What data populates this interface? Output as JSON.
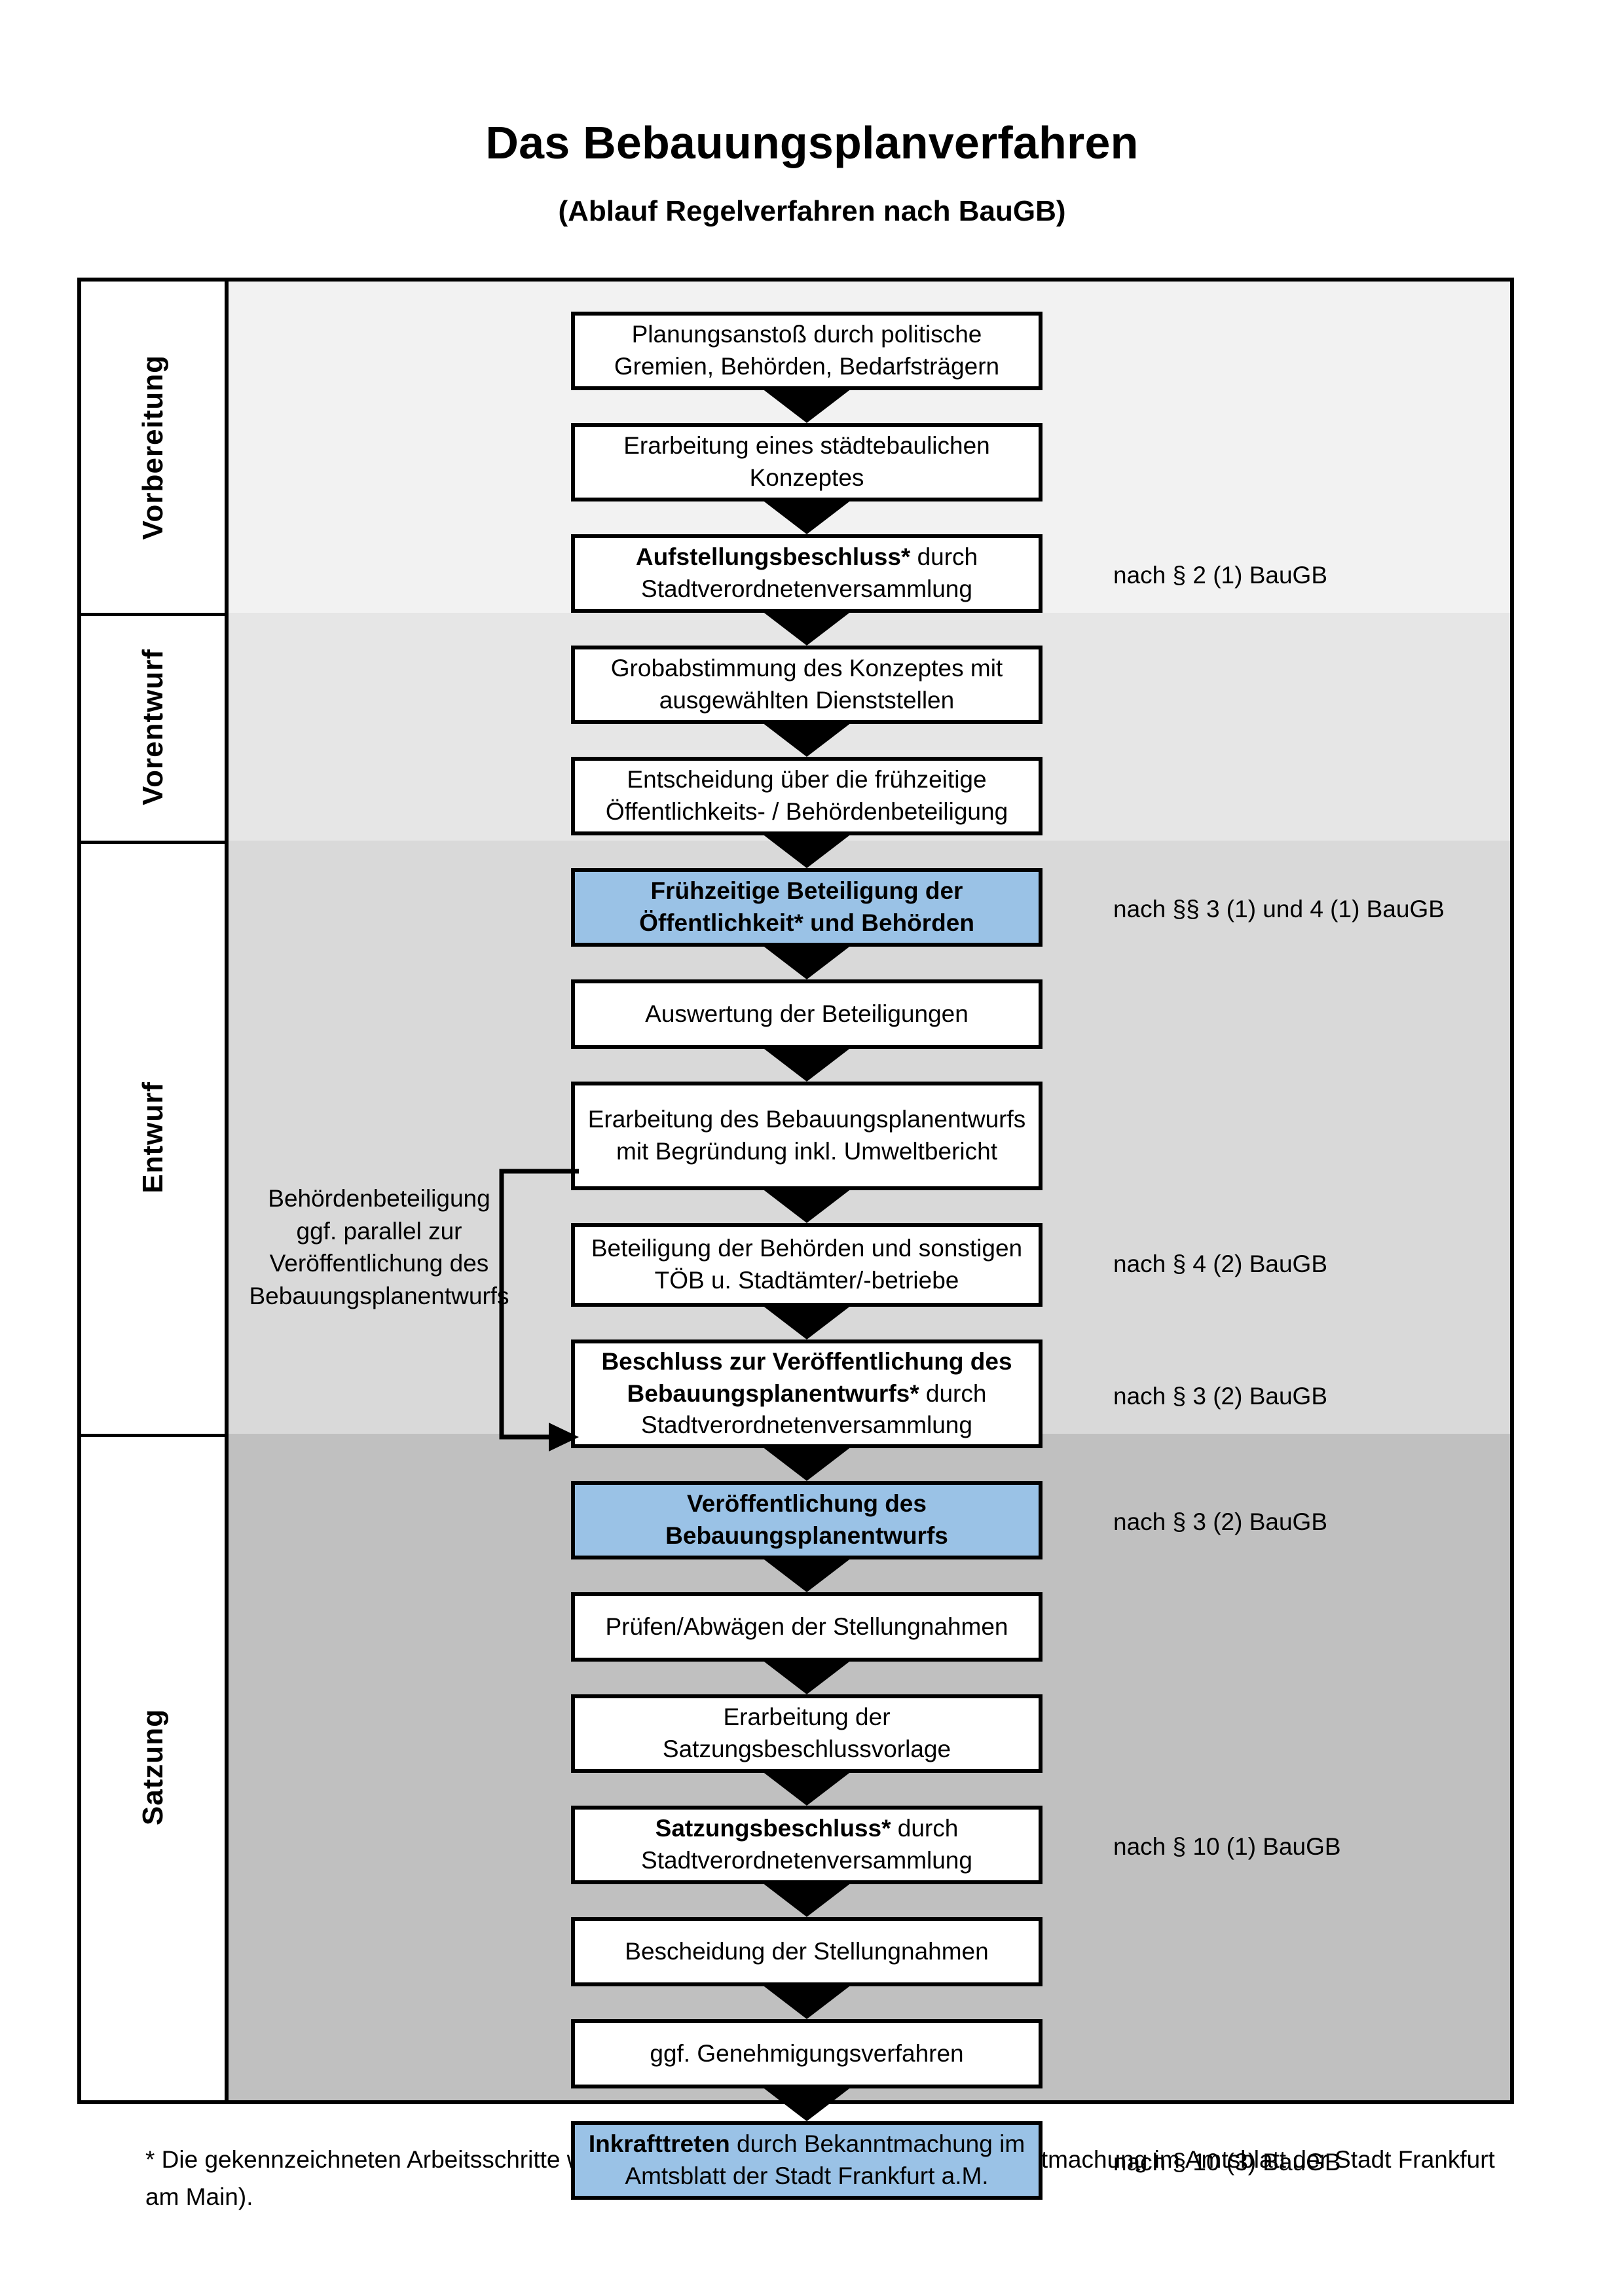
{
  "document": {
    "title": "Das Bebauungsplanverfahren",
    "subtitle": "(Ablauf Regelverfahren nach BauGB)",
    "footnote": "* Die gekennzeichneten Arbeitsschritte werden ortsüblich bekanntgegeben (Bekanntmachung im Amtsblatt  der Stadt Frankfurt am Main)."
  },
  "colors": {
    "highlight": "#9AC2E6",
    "band_vorbereitung": "#F2F2F2",
    "band_vorentwurf": "#E6E6E6",
    "band_entwurf": "#D9D9D9",
    "band_satzung": "#C0C0C0",
    "outline": "#000000"
  },
  "phases": [
    {
      "id": "vorbereitung",
      "label": "Vorbereitung"
    },
    {
      "id": "vorentwurf",
      "label": "Vorentwurf"
    },
    {
      "id": "entwurf",
      "label": "Entwurf"
    },
    {
      "id": "satzung",
      "label": "Satzung"
    }
  ],
  "steps": [
    {
      "id": "planungsanstoss",
      "phase": "vorbereitung",
      "highlight": false,
      "bold_prefix": "",
      "text": "Planungsanstoß durch politische Gremien, Behörden, Bedarfsträgern"
    },
    {
      "id": "staedtebau-konzept",
      "phase": "vorbereitung",
      "highlight": false,
      "bold_prefix": "",
      "text": "Erarbeitung eines städtebaulichen Konzeptes"
    },
    {
      "id": "aufstellungsbeschluss",
      "phase": "vorbereitung",
      "highlight": false,
      "bold_prefix": "Aufstellungsbeschluss*",
      "text": " durch Stadtverordnetenversammlung"
    },
    {
      "id": "grobabstimmung",
      "phase": "vorentwurf",
      "highlight": false,
      "bold_prefix": "",
      "text": "Grobabstimmung des Konzeptes mit ausgewählten Dienststellen"
    },
    {
      "id": "entscheidung-fruehzeitig",
      "phase": "vorentwurf",
      "highlight": false,
      "bold_prefix": "",
      "text": "Entscheidung über die frühzeitige Öffentlichkeits- / Behördenbeteiligung"
    },
    {
      "id": "fruehzeitige-beteiligung",
      "phase": "vorentwurf",
      "highlight": true,
      "bold_prefix": "Frühzeitige Beteiligung der Öffentlichkeit* und Behörden",
      "text": ""
    },
    {
      "id": "auswertung",
      "phase": "entwurf",
      "highlight": false,
      "bold_prefix": "",
      "text": "Auswertung der Beteiligungen"
    },
    {
      "id": "erarbeitung-entwurf",
      "phase": "entwurf",
      "highlight": false,
      "bold_prefix": "",
      "text": "Erarbeitung des Bebauungsplanentwurfs mit Begründung inkl. Umweltbericht"
    },
    {
      "id": "beteiligung-behoerden",
      "phase": "entwurf",
      "highlight": false,
      "bold_prefix": "",
      "text": "Beteiligung der Behörden und sonstigen TÖB u. Stadtämter/-betriebe"
    },
    {
      "id": "beschluss-veroeffentlichung",
      "phase": "entwurf",
      "highlight": false,
      "bold_prefix": "Beschluss zur Veröffentlichung des Bebauungsplanentwurfs*",
      "text": " durch Stadtverordnetenversammlung"
    },
    {
      "id": "veroeffentlichung",
      "phase": "entwurf",
      "highlight": true,
      "bold_prefix": "Veröffentlichung des Bebauungsplanentwurfs",
      "text": ""
    },
    {
      "id": "pruefen-abwaegen",
      "phase": "satzung",
      "highlight": false,
      "bold_prefix": "",
      "text": "Prüfen/Abwägen der Stellungnahmen"
    },
    {
      "id": "satzungsvorlage",
      "phase": "satzung",
      "highlight": false,
      "bold_prefix": "",
      "text": "Erarbeitung der Satzungsbeschlussvorlage"
    },
    {
      "id": "satzungsbeschluss",
      "phase": "satzung",
      "highlight": false,
      "bold_prefix": "Satzungsbeschluss*",
      "text": " durch Stadtverordnetenversammlung"
    },
    {
      "id": "bescheidung",
      "phase": "satzung",
      "highlight": false,
      "bold_prefix": "",
      "text": "Bescheidung der Stellungnahmen"
    },
    {
      "id": "genehmigungsverfahren",
      "phase": "satzung",
      "highlight": false,
      "bold_prefix": "",
      "text": "ggf. Genehmigungsverfahren"
    },
    {
      "id": "inkrafttreten",
      "phase": "satzung",
      "highlight": true,
      "bold_prefix": "Inkrafttreten",
      "text": " durch Bekanntmachung im Amtsblatt der Stadt Frankfurt a.M."
    }
  ],
  "law_refs": [
    {
      "id": "ref-2-1",
      "for_step": "aufstellungsbeschluss",
      "text": "nach § 2 (1) BauGB"
    },
    {
      "id": "ref-3-1-4-1",
      "for_step": "fruehzeitige-beteiligung",
      "text": "nach §§ 3 (1) und 4 (1) BauGB"
    },
    {
      "id": "ref-4-2",
      "for_step": "beteiligung-behoerden",
      "text": "nach § 4 (2) BauGB"
    },
    {
      "id": "ref-3-2-a",
      "for_step": "beschluss-veroeffentlichung",
      "text": "nach § 3 (2) BauGB"
    },
    {
      "id": "ref-3-2-b",
      "for_step": "veroeffentlichung",
      "text": "nach § 3 (2) BauGB"
    },
    {
      "id": "ref-10-1",
      "for_step": "satzungsbeschluss",
      "text": "nach § 10 (1) BauGB"
    },
    {
      "id": "ref-10-3",
      "for_step": "inkrafttreten",
      "text": "nach § 10 (3) BauGB"
    }
  ],
  "side_note": {
    "id": "behoerdenbeteiligung-note",
    "text": "Behördenbeteiligung ggf. parallel zur Veröffentlichung des Bebauungsplanentwurfs"
  }
}
